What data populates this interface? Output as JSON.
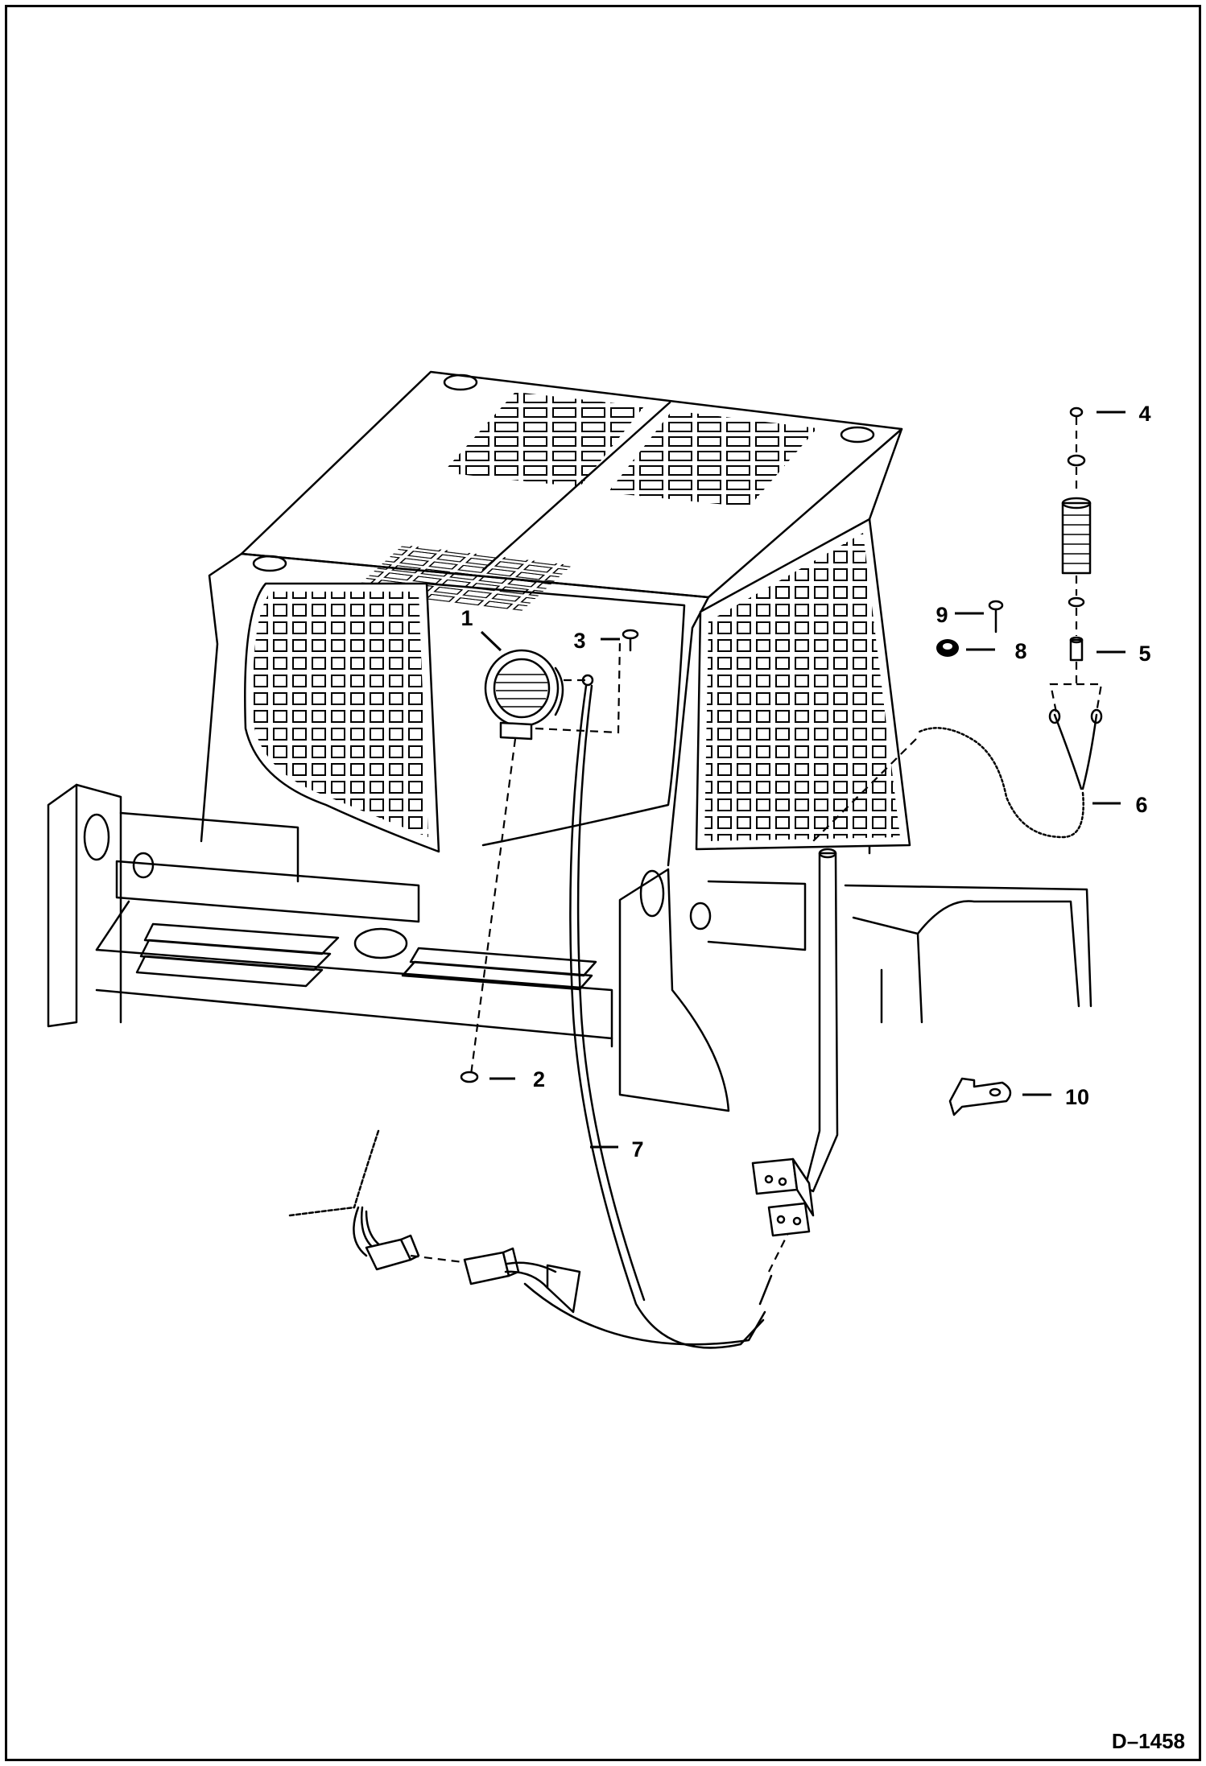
{
  "drawing_number": "D–1458",
  "callouts": [
    "1",
    "2",
    "3",
    "4",
    "5",
    "6",
    "7",
    "8",
    "9",
    "10"
  ],
  "colors": {
    "ink": "#000000",
    "paper": "#ffffff"
  }
}
